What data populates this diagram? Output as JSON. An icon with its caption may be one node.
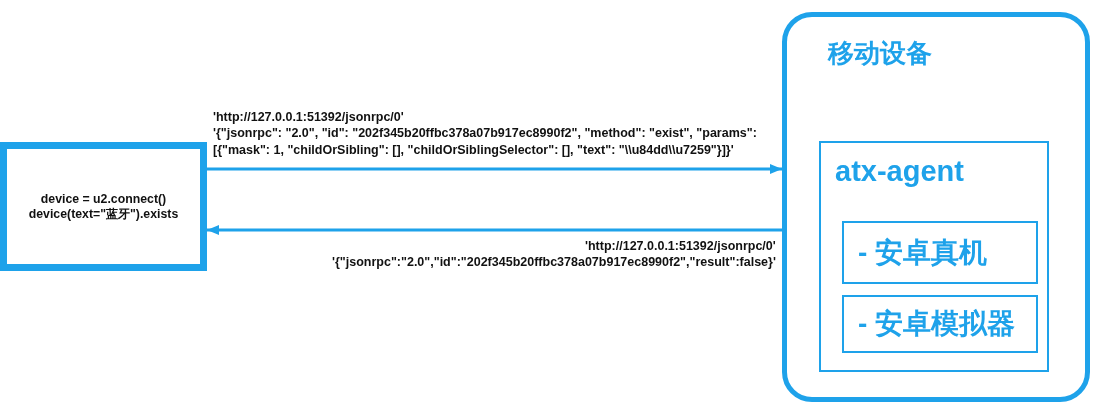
{
  "diagram": {
    "nodes": [
      {
        "text": [
          "device = u2.connect()",
          "device(text=\"蓝牙\").exists"
        ]
      },
      {
        "text": [
          "移动设备"
        ]
      },
      {
        "text": [
          "atx-agent"
        ],
        "in": 1
      },
      {
        "text": [
          "- 安卓真机"
        ],
        "in": 2
      },
      {
        "text": [
          "- 安卓模拟器"
        ],
        "in": 2
      }
    ],
    "edges": [
      {
        "from": 0,
        "to": 1,
        "arrow": "to",
        "label": "'http://127.0.0.1:51392/jsonrpc/0'"
      },
      {
        "from": 1,
        "to": 0,
        "arrow": "to",
        "label": "'http://127.0.0.1:51392/jsonrpc/0'"
      }
    ],
    "labels": [
      "'{\"jsonrpc\": \"2.0\", \"id\": \"202f345b20ffbc378a07b917ec8990f2\", \"method\": \"exist\", \"params\": [{\"mask\": 1, \"childOrSibling\": [], \"childOrSiblingSelector\": [], \"text\": \"\\\\u84dd\\\\u7259\"}]}'",
      "'{\"jsonrpc\":\"2.0\",\"id\":\"202f345b20ffbc378a07b917ec8990f2\",\"result\":false}'"
    ]
  }
}
